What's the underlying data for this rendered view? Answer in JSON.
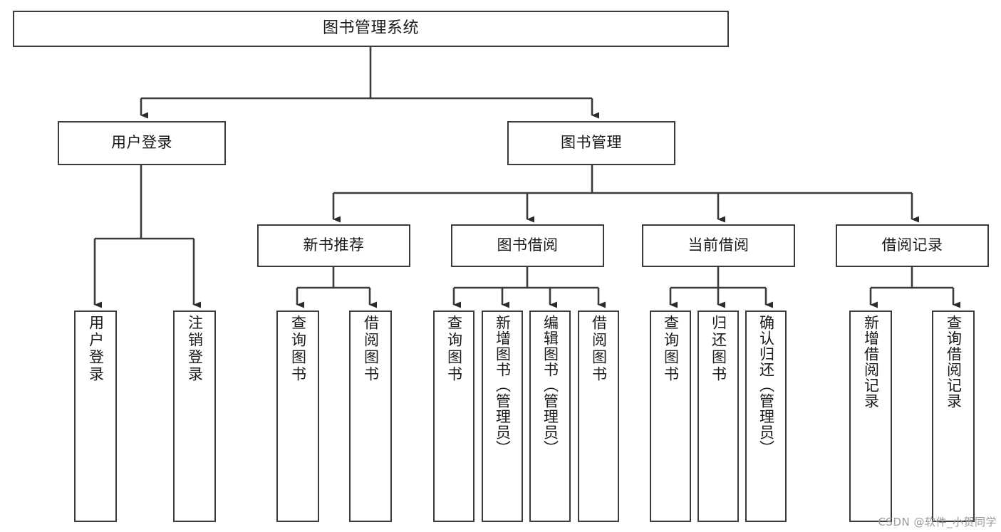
{
  "diagram": {
    "title": "图书管理系统",
    "type": "tree",
    "watermark": "CSDN @软件_小贺同学",
    "line_color": "#3b3b3b",
    "box_fill": "#ffffff",
    "text_color": "#1a1a1a",
    "root": {
      "label": "图书管理系统"
    },
    "level2": [
      {
        "label": "用户登录"
      },
      {
        "label": "图书管理"
      }
    ],
    "level3": [
      {
        "label": "新书推荐"
      },
      {
        "label": "图书借阅"
      },
      {
        "label": "当前借阅"
      },
      {
        "label": "借阅记录"
      }
    ],
    "leaves": {
      "user_login": [
        {
          "label": "用户登录"
        },
        {
          "label": "注销登录"
        }
      ],
      "new_book_recommend": [
        {
          "label": "查询图书"
        },
        {
          "label": "借阅图书"
        }
      ],
      "book_borrow": [
        {
          "label": "查询图书"
        },
        {
          "label": "新增图书（管理员）"
        },
        {
          "label": "编辑图书（管理员）"
        },
        {
          "label": "借阅图书"
        }
      ],
      "current_borrow": [
        {
          "label": "查询图书"
        },
        {
          "label": "归还图书"
        },
        {
          "label": "确认归还（管理员）"
        }
      ],
      "borrow_record": [
        {
          "label": "新增借阅记录"
        },
        {
          "label": "查询借阅记录"
        }
      ]
    }
  }
}
